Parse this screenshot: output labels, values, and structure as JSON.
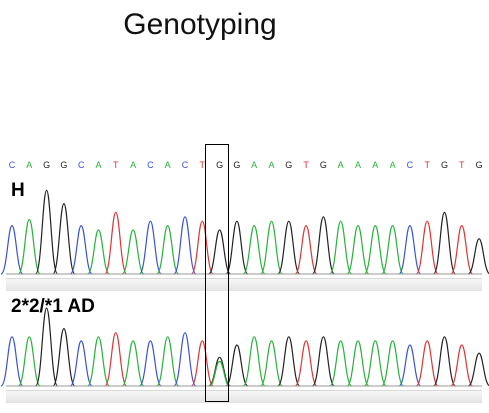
{
  "title": "Genotyping",
  "sequence": [
    "C",
    "A",
    "G",
    "G",
    "C",
    "A",
    "T",
    "A",
    "C",
    "A",
    "C",
    "T",
    "G",
    "G",
    "A",
    "A",
    "G",
    "T",
    "G",
    "A",
    "A",
    "A",
    "A",
    "C",
    "T",
    "G",
    "T",
    "G"
  ],
  "highlight_index": 12,
  "base_colors": {
    "A": "#27b23a",
    "C": "#3a52d8",
    "G": "#222222",
    "T": "#e03434"
  },
  "tracks": [
    {
      "label": "H"
    },
    {
      "label": "2*2/*1 AD"
    }
  ]
}
